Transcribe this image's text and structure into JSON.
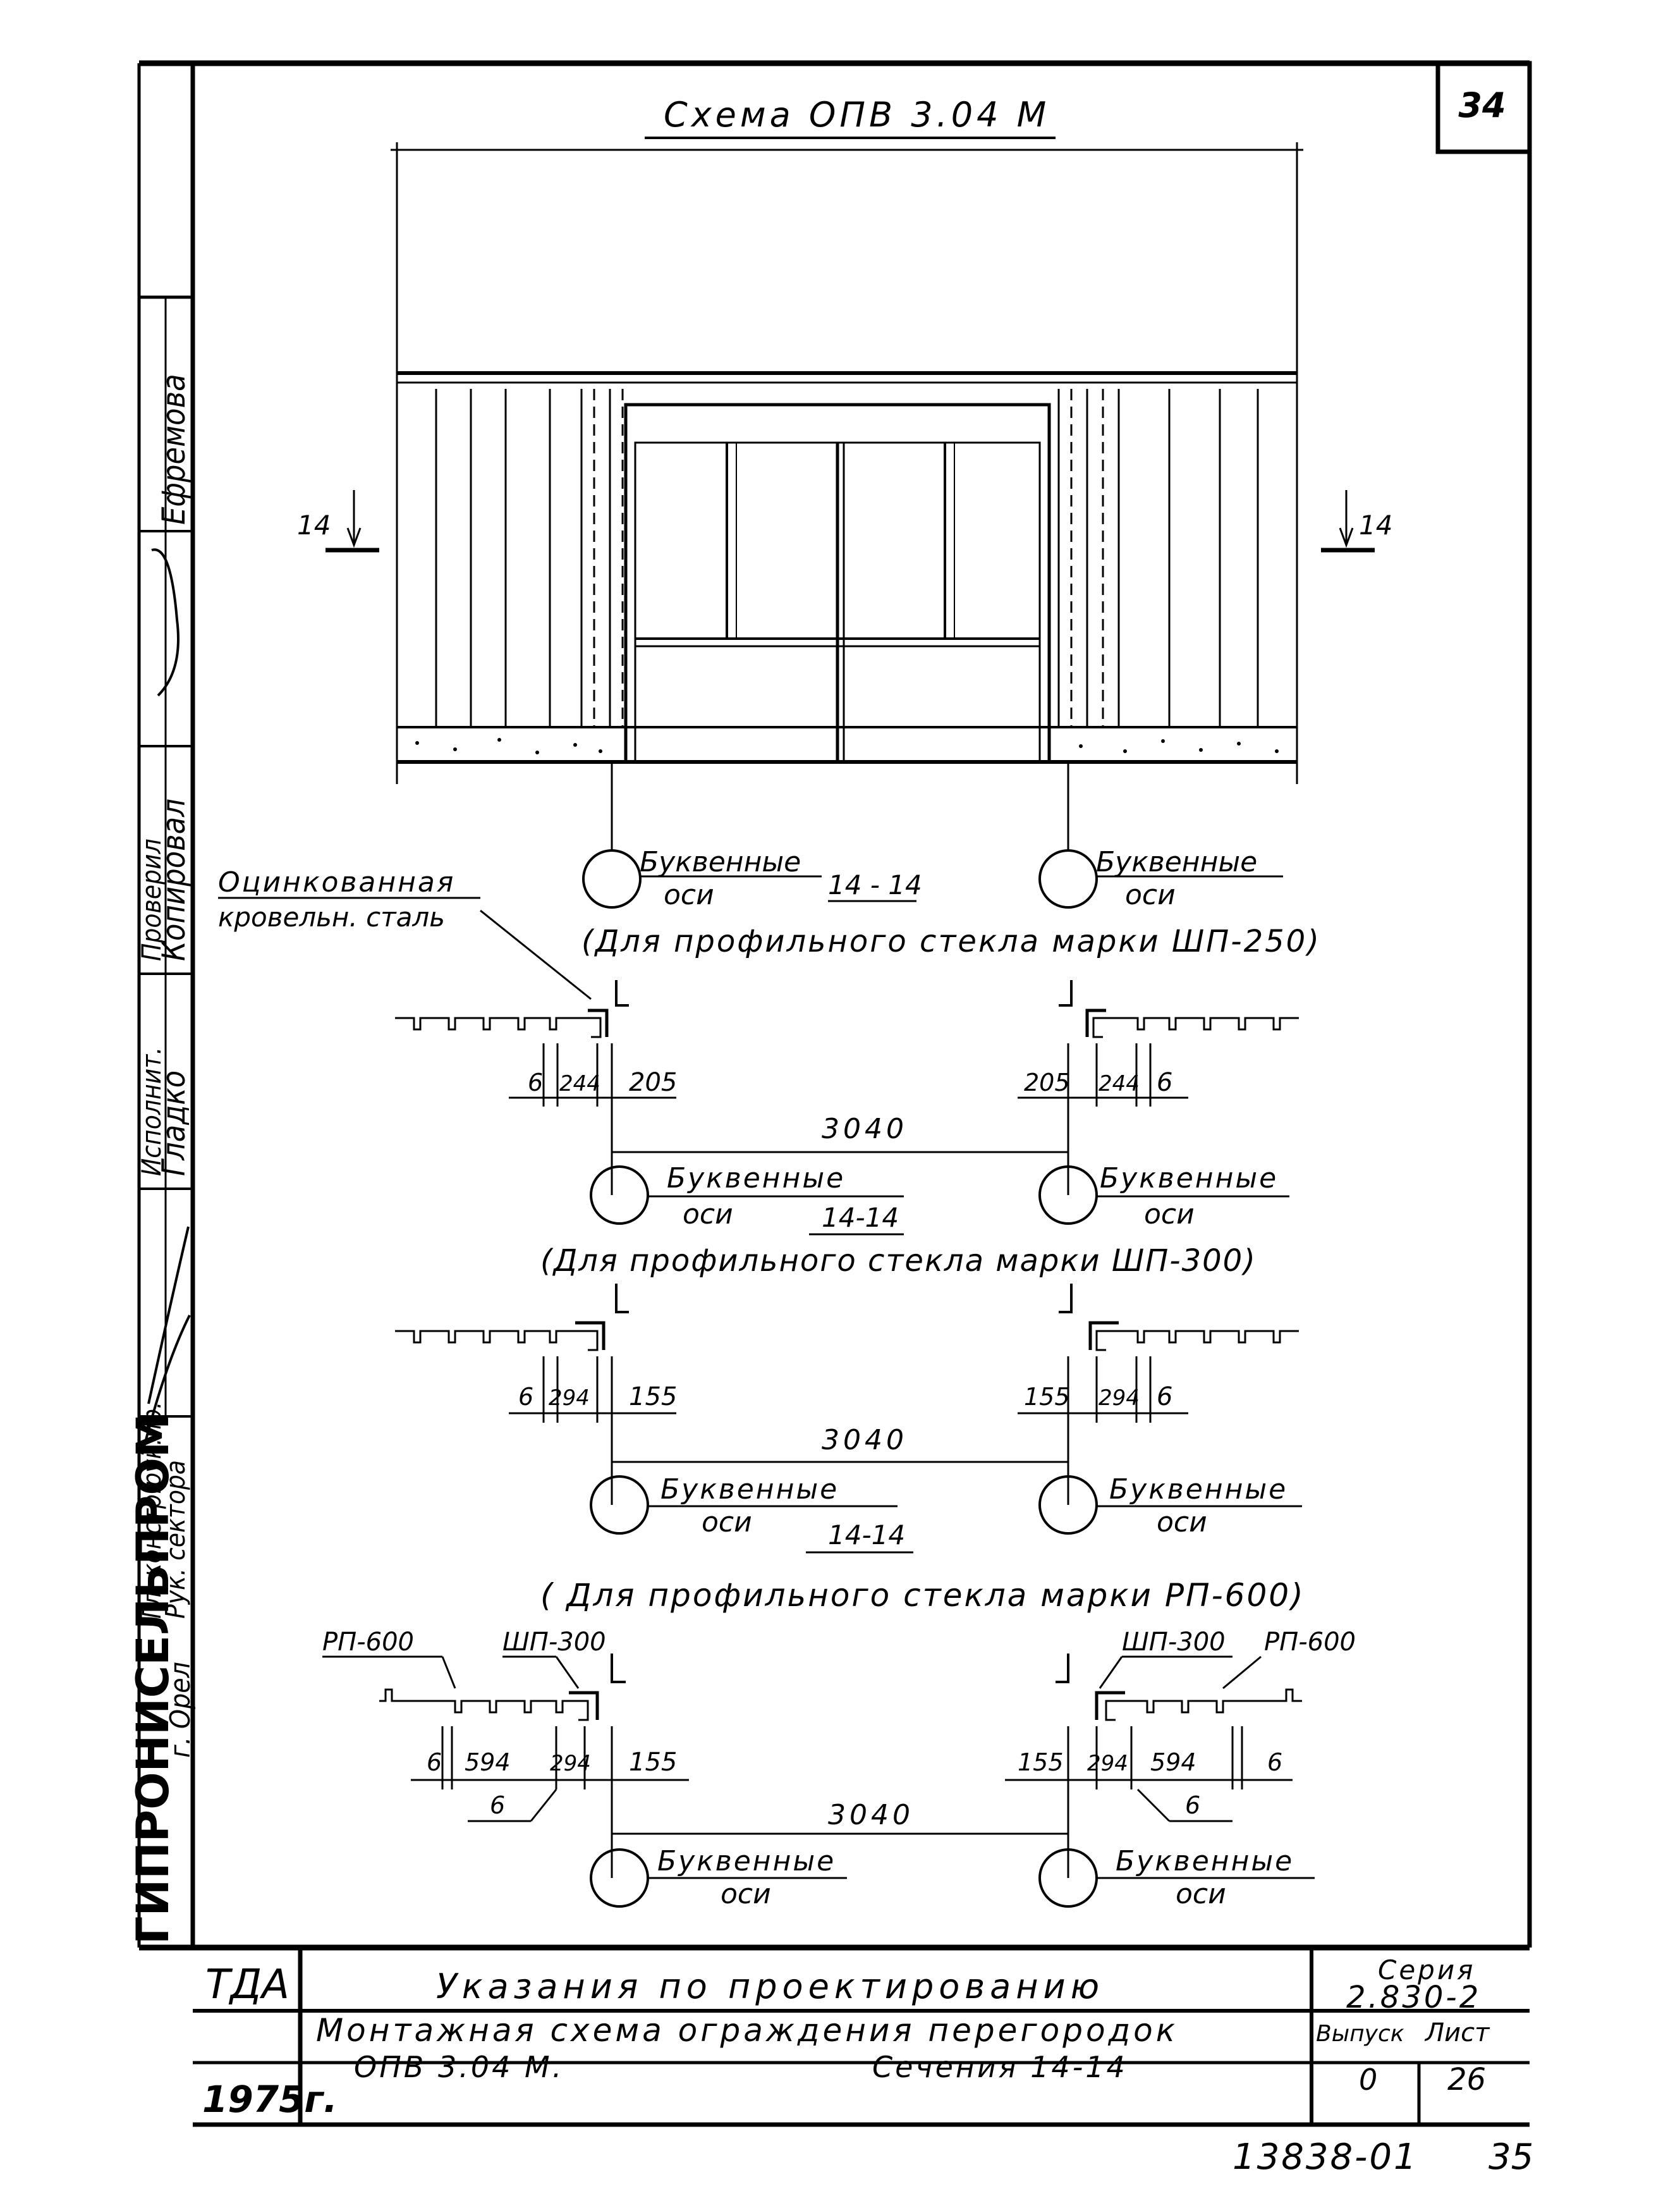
{
  "sheet": {
    "page_number": "34",
    "title": "Схема ОПВ 3.04 М",
    "section_mark": "14"
  },
  "stamps": {
    "institute": "ГИПРОНИСЕЛЬПРОМ",
    "city": "г. Орел",
    "roles": [
      "Гл. констр.рук.пр.",
      "Рук. сектора",
      "Исполнит.",
      "Проверил",
      "Копировал"
    ],
    "names": [
      "Гладко",
      "Копировал",
      "Ефремова"
    ]
  },
  "labels": {
    "axes": "Буквенные оси",
    "axes_top": "Буквенные",
    "axes_bottom": "оси",
    "galv_line1": "Оцинкованная",
    "galv_line2": "кровельн. сталь",
    "rp600": "РП-600",
    "shp300": "ШП-300"
  },
  "sections": [
    {
      "name": "14 - 14",
      "note": "(Для профильного стекла марки ШП-250)",
      "left_dims": [
        "6",
        "244",
        "205"
      ],
      "right_dims": [
        "205",
        "244",
        "6"
      ],
      "span": "3040"
    },
    {
      "name": "14-14",
      "note": "(Для профильного стекла марки ШП-300)",
      "left_dims": [
        "6",
        "294",
        "155"
      ],
      "right_dims": [
        "155",
        "294",
        "6"
      ],
      "span": "3040"
    },
    {
      "name": "14-14",
      "note": "( Для профильного стекла марки РП-600)",
      "left_dims": [
        "6",
        "594",
        "294",
        "155"
      ],
      "right_dims": [
        "155",
        "294",
        "594",
        "6"
      ],
      "extra_dim": "6",
      "span": "3040"
    }
  ],
  "title_block": {
    "org": "ТДА",
    "year": "1975г.",
    "header": "Указания по проектированию",
    "description_line1": "Монтажная схема ограждения перегородок",
    "description_line2a": "ОПВ 3.04 М.",
    "description_line2b": "Сечения 14-14",
    "series_label": "Серия",
    "series": "2.830-2",
    "issue_label": "Выпуск",
    "issue": "0",
    "sheet_label": "Лист",
    "sheet": "26"
  },
  "footer": {
    "code": "13838-01",
    "page": "35"
  }
}
